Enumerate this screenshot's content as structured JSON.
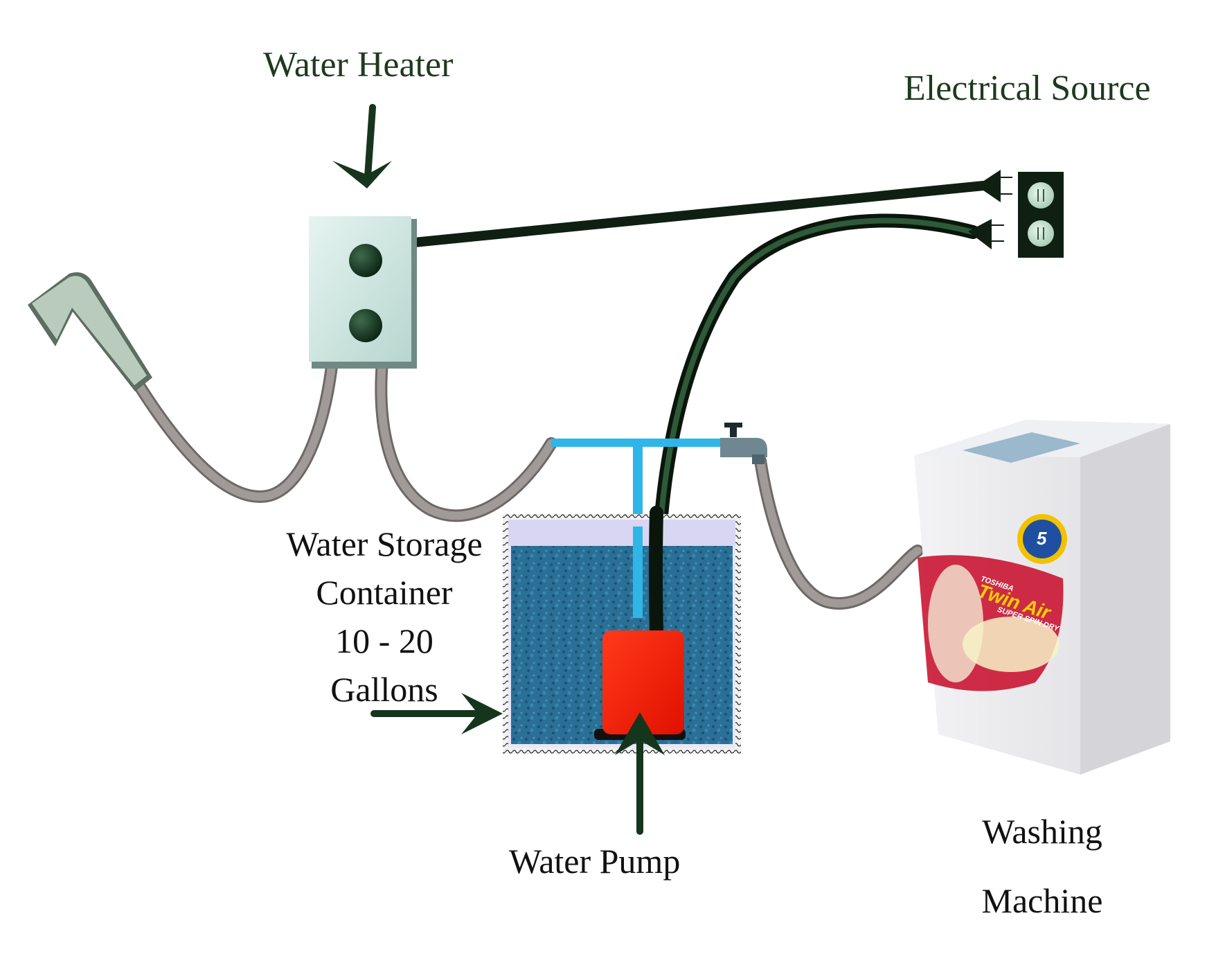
{
  "labels": {
    "water_heater": "Water Heater",
    "electrical_source": "Electrical Source",
    "storage_line1": "Water Storage",
    "storage_line2": "Container",
    "storage_line3": "10 - 20",
    "storage_line4": "Gallons",
    "water_pump": "Water Pump",
    "washing_line1": "Washing",
    "washing_line2": "Machine"
  },
  "washer_branding": {
    "brand": "TOSHIBA",
    "model": "Twin Air",
    "tagline": "SUPER SPIN DRY",
    "badge": "5"
  },
  "colors": {
    "label_green": "#1e3a1e",
    "label_black": "#111111",
    "cable": "#0f1f12",
    "hose": "#a09a98",
    "heater_box": "#cfe8e2",
    "heater_button": "#13361f",
    "outlet": "#0f1f12",
    "outlet_socket": "#bfe0c8",
    "pipe": "#2fb6e8",
    "water": "#2a6f96",
    "container_top": "#d8d6f2",
    "pump": "#ff1a00",
    "faucet": "#6f8790",
    "arrow": "#15351c",
    "washer_body": "#e8e8ea",
    "washer_label": "#c8102e"
  }
}
